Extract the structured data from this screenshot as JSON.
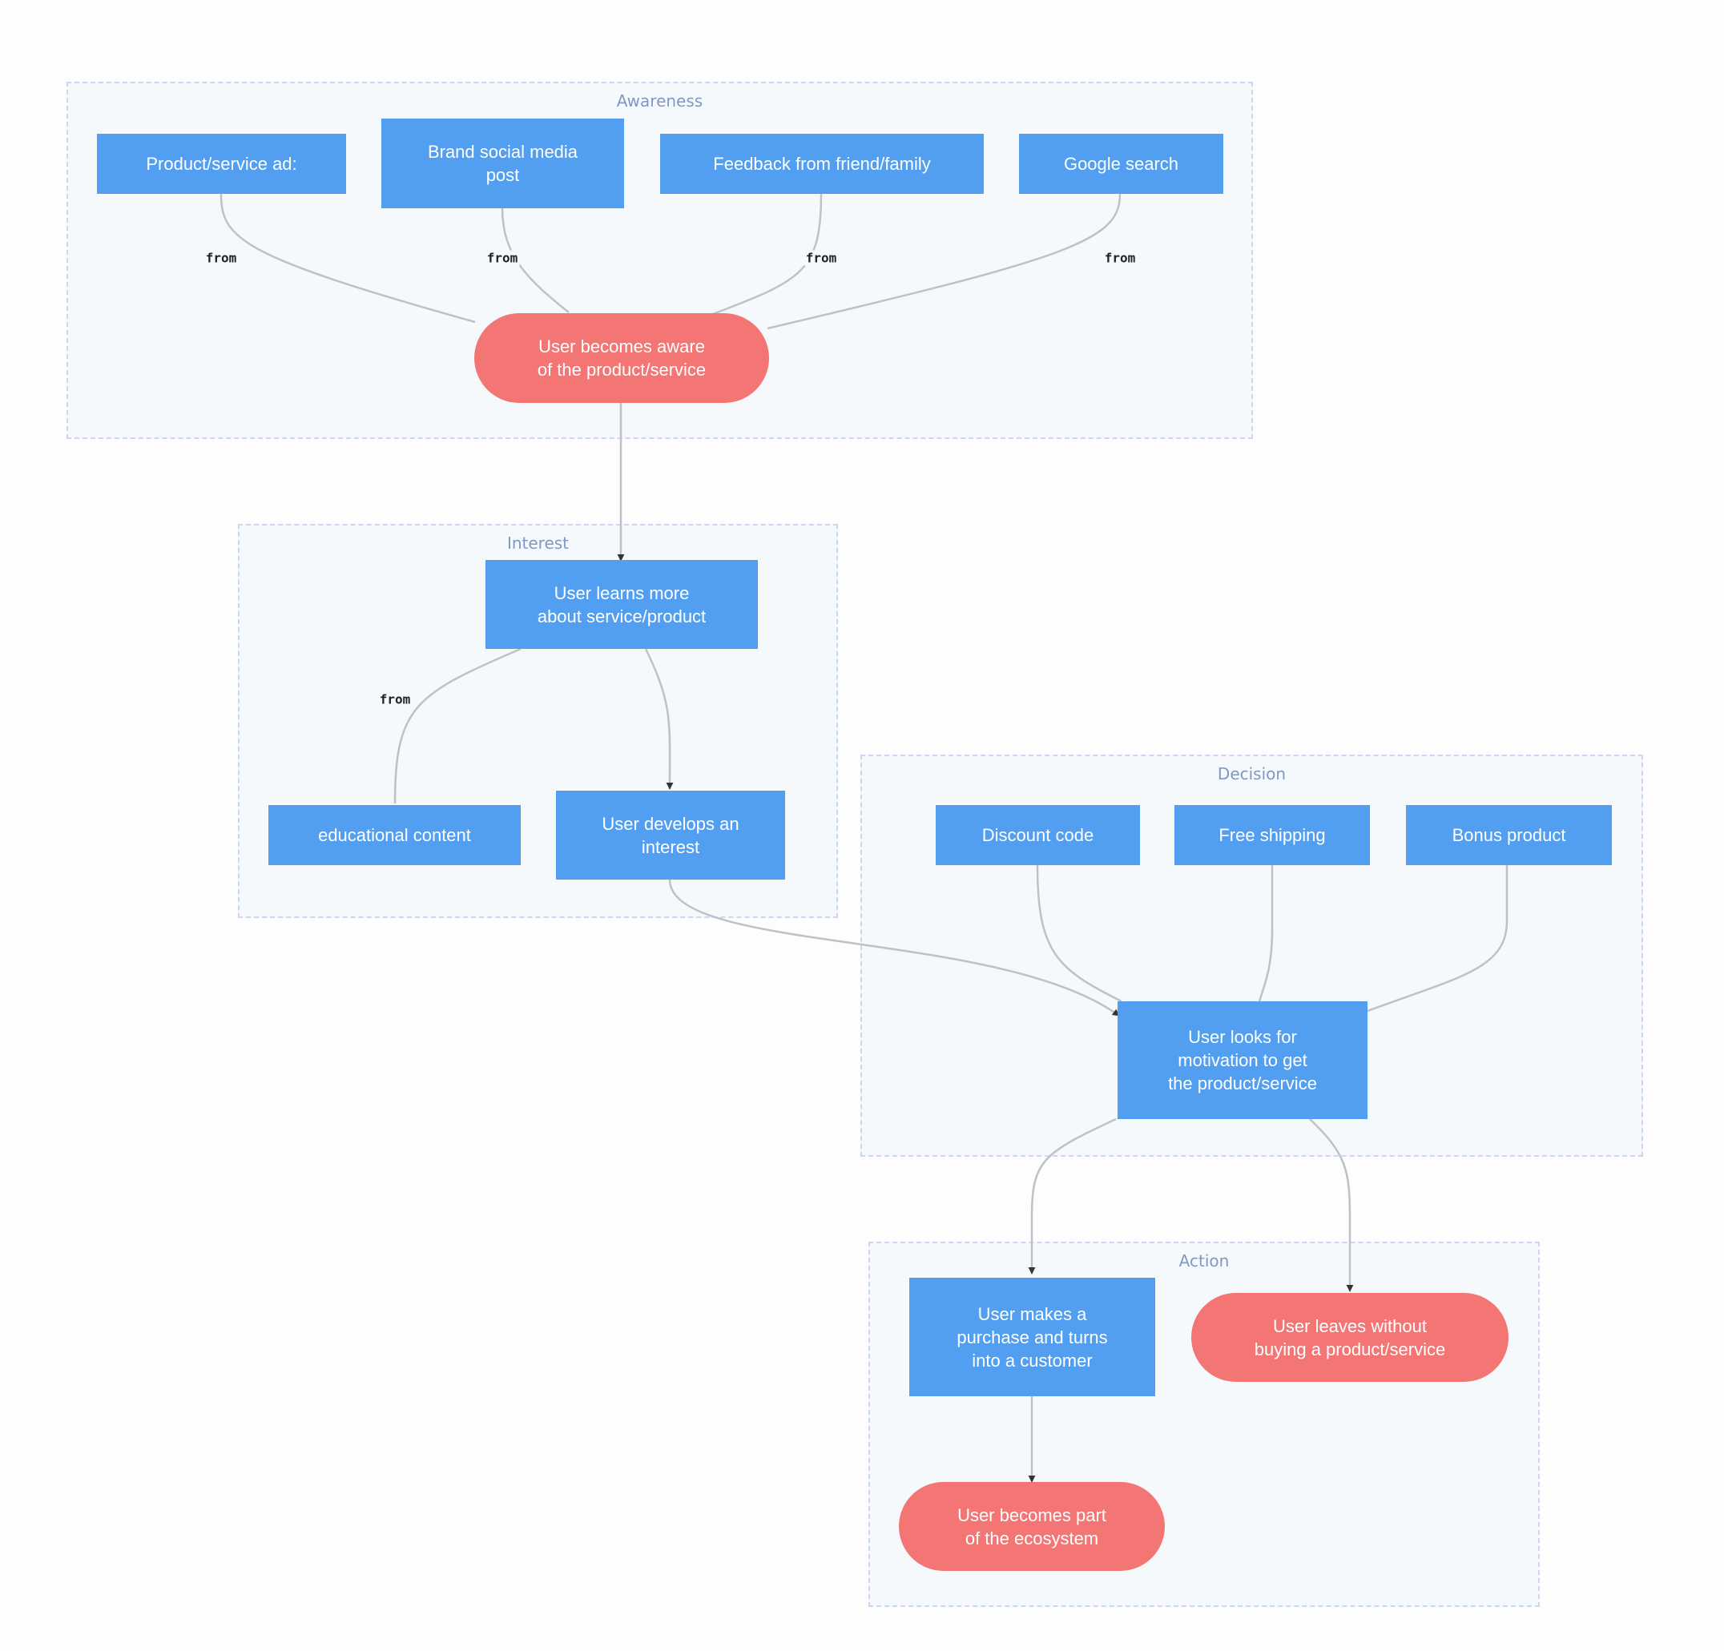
{
  "clusters": {
    "awareness": {
      "title": "Awareness"
    },
    "interest": {
      "title": "Interest"
    },
    "decision": {
      "title": "Decision"
    },
    "action": {
      "title": "Action"
    }
  },
  "nodes": {
    "ad": "Product/service ad:",
    "social": "Brand social media\npost",
    "feedback": "Feedback from friend/family",
    "google": "Google search",
    "aware": "User becomes aware\nof the product/service",
    "learn": "User learns more\nabout service/product",
    "edu": "educational content",
    "develop": "User develops an\ninterest",
    "discount": "Discount code",
    "shipping": "Free shipping",
    "bonus": "Bonus product",
    "motivation": "User looks for\nmotivation to get\nthe product/service",
    "purchase": "User makes a\npurchase and turns\ninto a customer",
    "leave": "User leaves without\nbuying a product/service",
    "ecosystem": "User becomes part\nof the ecosystem"
  },
  "edge_labels": {
    "ad_aware": "from",
    "social_aware": "from",
    "feedback_aware": "from",
    "google_aware": "from",
    "learn_edu": "from"
  },
  "colors": {
    "node_fill": "#529ff2",
    "terminal_fill": "#f37574",
    "edge": "#bfc1c8",
    "arrowhead": "#333333",
    "cluster_border": "#ccd6ef",
    "cluster_fill": "#f6f9fc"
  }
}
